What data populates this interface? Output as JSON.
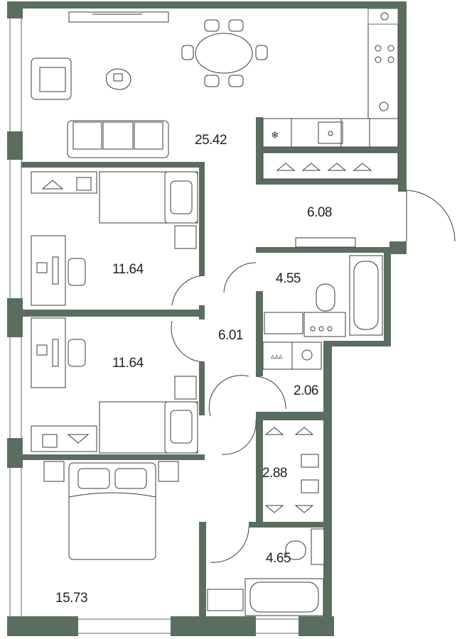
{
  "plan": {
    "rooms": [
      {
        "id": "living-kitchen",
        "area": "25.42"
      },
      {
        "id": "hall",
        "area": "6.08"
      },
      {
        "id": "bedroom-1",
        "area": "11.64"
      },
      {
        "id": "bathroom-1",
        "area": "4.55"
      },
      {
        "id": "corridor",
        "area": "6.01"
      },
      {
        "id": "bedroom-2",
        "area": "11.64"
      },
      {
        "id": "laundry",
        "area": "2.06"
      },
      {
        "id": "wardrobe",
        "area": "2.88"
      },
      {
        "id": "bathroom-2",
        "area": "4.65"
      },
      {
        "id": "master-bedroom",
        "area": "15.73"
      }
    ],
    "colors": {
      "wall": "#5a6e60",
      "line": "#3b3b3b",
      "background": "#ffffff"
    }
  }
}
